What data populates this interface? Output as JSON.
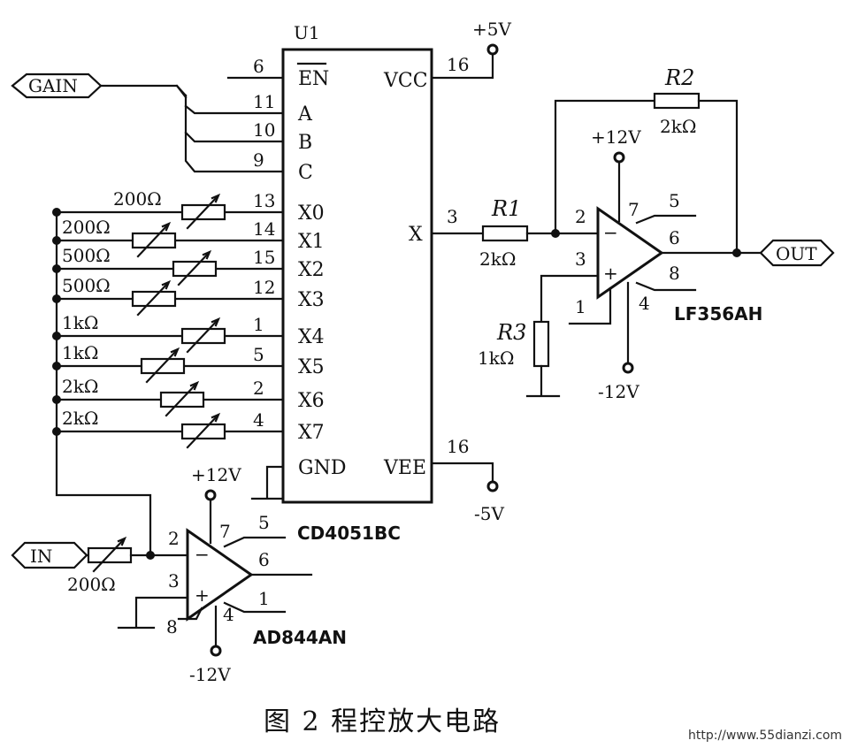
{
  "labels": {
    "gain": "GAIN",
    "in": "IN",
    "out": "OUT",
    "u1": "U1",
    "chip": "CD4051BC",
    "op1": "LF356AH",
    "op2": "AD844AN",
    "caption": "图 2  程控放大电路",
    "watermark": "http://www.55dianzi.com"
  },
  "mux_pins_left": [
    {
      "num": "6",
      "name": "EN"
    },
    {
      "num": "11",
      "name": "A"
    },
    {
      "num": "10",
      "name": "B"
    },
    {
      "num": "9",
      "name": "C"
    },
    {
      "num": "13",
      "name": "X0"
    },
    {
      "num": "14",
      "name": "X1"
    },
    {
      "num": "15",
      "name": "X2"
    },
    {
      "num": "12",
      "name": "X3"
    },
    {
      "num": "1",
      "name": "X4"
    },
    {
      "num": "5",
      "name": "X5"
    },
    {
      "num": "2",
      "name": "X6"
    },
    {
      "num": "4",
      "name": "X7"
    }
  ],
  "mux_pin_gnd": "GND",
  "mux_pin_vcc": {
    "num": "16",
    "name": "VCC"
  },
  "mux_pin_vee": {
    "num": "16",
    "name": "VEE"
  },
  "mux_pin_x": {
    "num": "3",
    "name": "X"
  },
  "pot_values": [
    "200Ω",
    "200Ω",
    "500Ω",
    "500Ω",
    "1kΩ",
    "1kΩ",
    "2kΩ",
    "2kΩ"
  ],
  "in_pot_value": "200Ω",
  "resistors": {
    "r1": {
      "name": "R1",
      "value": "2kΩ"
    },
    "r2": {
      "name": "R2",
      "value": "2kΩ"
    },
    "r3": {
      "name": "R3",
      "value": "1kΩ"
    }
  },
  "supplies": {
    "plus5": "+5V",
    "minus5": "-5V",
    "plus12_top": "+12V",
    "minus12_top": "-12V",
    "plus12_bot": "+12V",
    "minus12_bot": "-12V"
  },
  "op1_pins": {
    "inv": "2",
    "noninv": "3",
    "vplus": "7",
    "nul5": "5",
    "out": "6",
    "p8": "8",
    "vminus": "4",
    "nul1": "1"
  },
  "op2_pins": {
    "inv": "2",
    "noninv": "3",
    "vplus": "7",
    "p5": "5",
    "out": "6",
    "p1": "1",
    "vminus": "4",
    "p8": "8"
  },
  "op_signs": {
    "minus": "−",
    "plus": "+"
  }
}
